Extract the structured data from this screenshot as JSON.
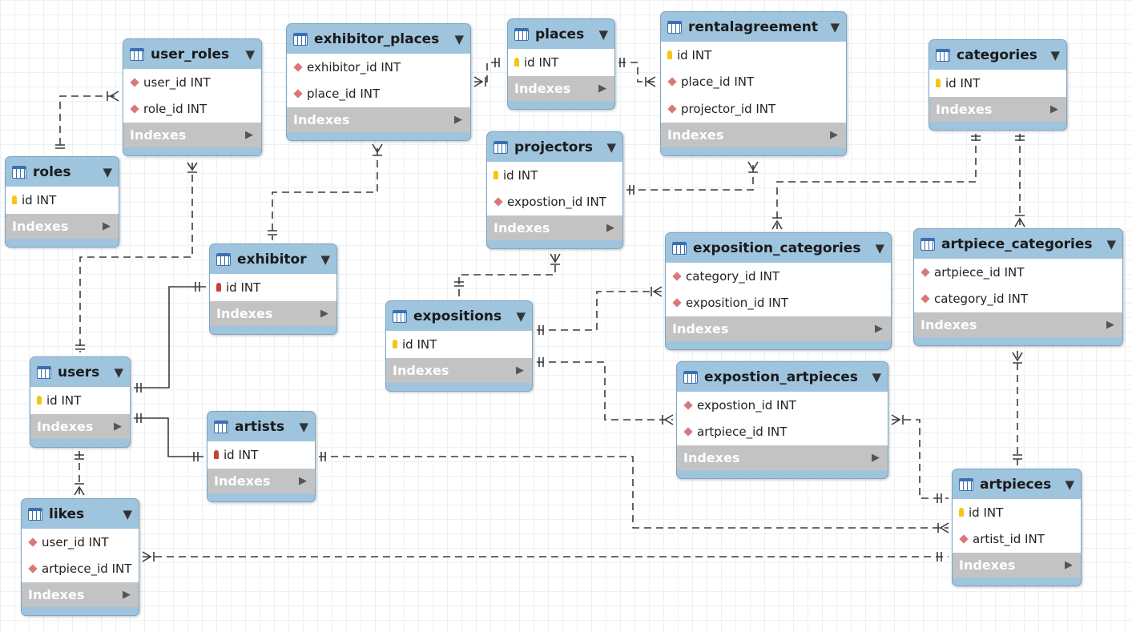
{
  "diagram": {
    "indexes_label": "Indexes",
    "caret": "▼",
    "indexes_arrow": "▶",
    "colors": {
      "header": "#9fc4de",
      "grid": "#eef0f3",
      "line": "#3c3c3c",
      "indexes": "#c3c3c3"
    },
    "tables": [
      {
        "id": "user_roles",
        "name": "user_roles",
        "icon": "table-icon",
        "columns": [
          {
            "name": "user_id INT",
            "key": "fk"
          },
          {
            "name": "role_id INT",
            "key": "fk"
          }
        ]
      },
      {
        "id": "exhibitor_places",
        "name": "exhibitor_places",
        "icon": "table-icon",
        "columns": [
          {
            "name": "exhibitor_id INT",
            "key": "fk"
          },
          {
            "name": "place_id INT",
            "key": "fk"
          }
        ]
      },
      {
        "id": "places",
        "name": "places",
        "icon": "table-icon",
        "columns": [
          {
            "name": "id INT",
            "key": "pk"
          }
        ]
      },
      {
        "id": "rentalagreement",
        "name": "rentalagreement",
        "icon": "table-icon",
        "columns": [
          {
            "name": "id INT",
            "key": "pk"
          },
          {
            "name": "place_id INT",
            "key": "fk"
          },
          {
            "name": "projector_id INT",
            "key": "fk"
          }
        ]
      },
      {
        "id": "categories",
        "name": "categories",
        "icon": "table-icon",
        "columns": [
          {
            "name": "id INT",
            "key": "pk"
          }
        ]
      },
      {
        "id": "roles",
        "name": "roles",
        "icon": "table-icon",
        "columns": [
          {
            "name": "id INT",
            "key": "pk"
          }
        ]
      },
      {
        "id": "projectors",
        "name": "projectors",
        "icon": "table-icon",
        "columns": [
          {
            "name": "id INT",
            "key": "pk"
          },
          {
            "name": "expostion_id INT",
            "key": "fk"
          }
        ]
      },
      {
        "id": "exhibitor",
        "name": "exhibitor",
        "icon": "table-icon",
        "columns": [
          {
            "name": "id INT",
            "key": "pkfk"
          }
        ]
      },
      {
        "id": "exposition_categories",
        "name": "exposition_categories",
        "icon": "table-icon",
        "columns": [
          {
            "name": "category_id INT",
            "key": "fk"
          },
          {
            "name": "exposition_id INT",
            "key": "fk"
          }
        ]
      },
      {
        "id": "artpiece_categories",
        "name": "artpiece_categories",
        "icon": "table-icon",
        "columns": [
          {
            "name": "artpiece_id INT",
            "key": "fk"
          },
          {
            "name": "category_id INT",
            "key": "fk"
          }
        ]
      },
      {
        "id": "expositions",
        "name": "expositions",
        "icon": "table-icon",
        "columns": [
          {
            "name": "id INT",
            "key": "pk"
          }
        ]
      },
      {
        "id": "users",
        "name": "users",
        "icon": "table-icon",
        "columns": [
          {
            "name": "id INT",
            "key": "pk"
          }
        ]
      },
      {
        "id": "expostion_artpieces",
        "name": "expostion_artpieces",
        "icon": "table-icon",
        "columns": [
          {
            "name": "expostion_id INT",
            "key": "fk"
          },
          {
            "name": "artpiece_id INT",
            "key": "fk"
          }
        ]
      },
      {
        "id": "artists",
        "name": "artists",
        "icon": "table-icon",
        "columns": [
          {
            "name": "id INT",
            "key": "pkfk"
          }
        ]
      },
      {
        "id": "artpieces",
        "name": "artpieces",
        "icon": "table-icon",
        "columns": [
          {
            "name": "id INT",
            "key": "pk"
          },
          {
            "name": "artist_id INT",
            "key": "fk"
          }
        ]
      },
      {
        "id": "likes",
        "name": "likes",
        "icon": "table-icon",
        "columns": [
          {
            "name": "user_id INT",
            "key": "fk"
          },
          {
            "name": "artpiece_id INT",
            "key": "fk"
          }
        ]
      }
    ],
    "relationships": [
      {
        "from": "roles",
        "to": "user_roles",
        "type": "one-to-many"
      },
      {
        "from": "users",
        "to": "user_roles",
        "type": "one-to-many"
      },
      {
        "from": "exhibitor",
        "to": "exhibitor_places",
        "type": "one-to-many"
      },
      {
        "from": "places",
        "to": "exhibitor_places",
        "type": "one-to-many"
      },
      {
        "from": "places",
        "to": "rentalagreement",
        "type": "one-to-many"
      },
      {
        "from": "projectors",
        "to": "rentalagreement",
        "type": "one-to-many"
      },
      {
        "from": "expositions",
        "to": "projectors",
        "type": "one-to-many"
      },
      {
        "from": "categories",
        "to": "exposition_categories",
        "type": "one-to-many"
      },
      {
        "from": "categories",
        "to": "artpiece_categories",
        "type": "one-to-many"
      },
      {
        "from": "expositions",
        "to": "exposition_categories",
        "type": "one-to-many"
      },
      {
        "from": "expositions",
        "to": "expostion_artpieces",
        "type": "one-to-many"
      },
      {
        "from": "artpieces",
        "to": "artpiece_categories",
        "type": "one-to-many"
      },
      {
        "from": "artpieces",
        "to": "expostion_artpieces",
        "type": "one-to-many"
      },
      {
        "from": "users",
        "to": "exhibitor",
        "type": "one-to-one"
      },
      {
        "from": "users",
        "to": "artists",
        "type": "one-to-one"
      },
      {
        "from": "artists",
        "to": "artpieces",
        "type": "one-to-many"
      },
      {
        "from": "users",
        "to": "likes",
        "type": "one-to-many"
      },
      {
        "from": "artpieces",
        "to": "likes",
        "type": "one-to-many"
      }
    ]
  }
}
